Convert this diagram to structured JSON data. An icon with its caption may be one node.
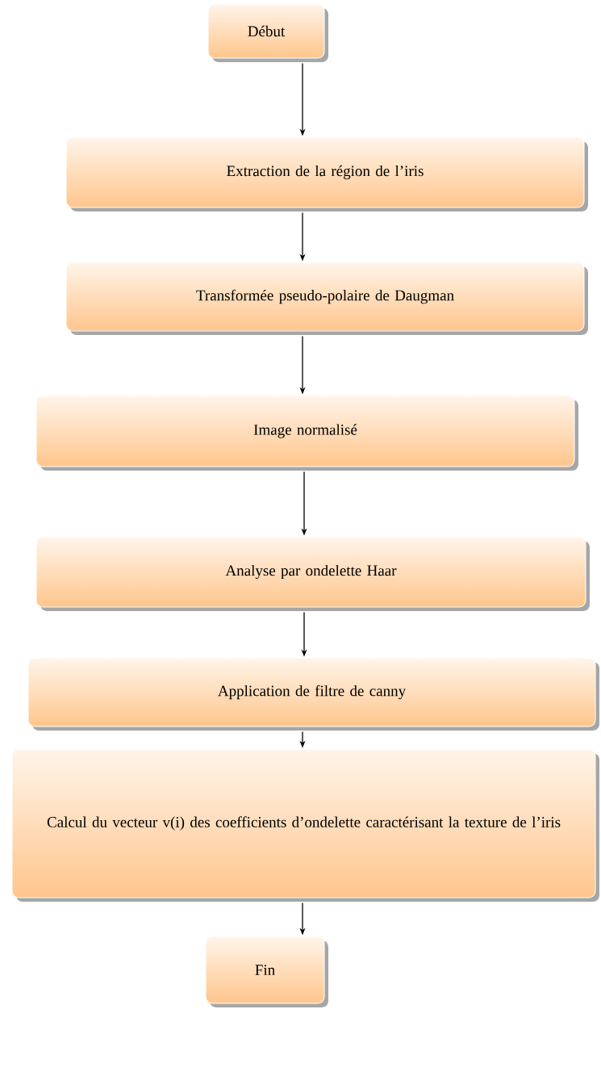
{
  "diagram": {
    "nodes": [
      {
        "text": [
          "Début"
        ]
      },
      {
        "text": [
          "Extraction de la région de l’iris"
        ]
      },
      {
        "text": [
          "Transformée pseudo-polaire de Daugman"
        ]
      },
      {
        "text": [
          "Image normalisé"
        ]
      },
      {
        "text": [
          "Analyse par ondelette Haar"
        ]
      },
      {
        "text": [
          "Application de filtre de canny"
        ]
      },
      {
        "text": [
          "Calcul du vecteur v(i) des coefficients d’ondelette caractérisant la texture de l’iris"
        ]
      },
      {
        "text": [
          "Fin"
        ]
      }
    ],
    "edges": [
      {
        "from": 0,
        "to": 1,
        "arrow": "to"
      },
      {
        "from": 1,
        "to": 2,
        "arrow": "to"
      },
      {
        "from": 2,
        "to": 3,
        "arrow": "to"
      },
      {
        "from": 3,
        "to": 4,
        "arrow": "to"
      },
      {
        "from": 4,
        "to": 5,
        "arrow": "to"
      },
      {
        "from": 5,
        "to": 6,
        "arrow": "to"
      },
      {
        "from": 6,
        "to": 7,
        "arrow": "to"
      }
    ]
  }
}
